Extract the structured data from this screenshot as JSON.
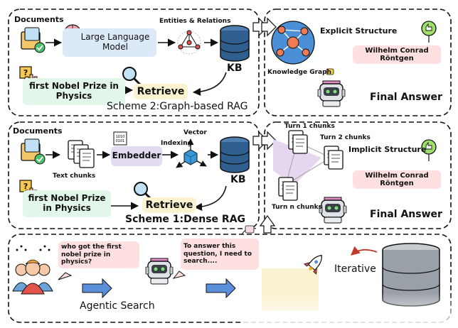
{
  "scheme2": {
    "documents_label": "Documents",
    "llm_label": "Large Language Model",
    "entities_label": "Entities & Relations",
    "kb_label": "KB",
    "query_text": "first Nobel Prize in Physics",
    "retrieve_label": "Retrieve",
    "title": "Scheme 2:Graph-based RAG"
  },
  "graph_result": {
    "structure_label": "Explicit Structure",
    "knowledge_graph_label": "Knowledge Graph",
    "answer_text": "Wilhelm Conrad Röntgen",
    "final_label": "Final Answer"
  },
  "scheme1": {
    "documents_label": "Documents",
    "text_chunks_label": "Text chunks",
    "embedder_label": "Embedder",
    "vector_label": "Vector",
    "indexing_label": "Indexing",
    "kb_label": "KB",
    "query_text": "first Nobel Prize in Physics",
    "retrieve_label": "Retrieve",
    "title": "Scheme 1:Dense RAG"
  },
  "dense_result": {
    "turn1_label": "Turn 1 chunks",
    "turn2_label": "Turn 2 chunks",
    "turnn_label": "Turn n chunks",
    "structure_label": "Implicit Structure",
    "answer_text": "Wilhelm Conrad Röntgen",
    "final_label": "Final Answer"
  },
  "agentic": {
    "question_text": "who got the first nobel prize in physics?",
    "thought_text": "To answer this question, I need to search....",
    "label": "Agentic Search",
    "iterative_label": "Iterative"
  },
  "colors": {
    "llm_box": "#dce9f7",
    "query_box": "#e3f6ea",
    "retrieve_box": "#fbf2cf",
    "embedder_box": "#e3dcf0",
    "answer_box": "#fde0df",
    "kb_blue": "#2f5f8f",
    "graph_node": "#f07a54",
    "graph_bg": "#4b8fd6",
    "arrow_blue": "#5a8fdc",
    "implicit_region": "#e5d7f0"
  },
  "icons": [
    "document-check-icon",
    "brain-icon",
    "graph-nodes-icon",
    "database-icon",
    "question-hand-icon",
    "magnifier-icon",
    "robot-icon",
    "thumbs-up-icon",
    "chunk-document-icon",
    "vector-cube-icon",
    "people-icon",
    "rocket-icon",
    "speech-bubble-icon"
  ]
}
